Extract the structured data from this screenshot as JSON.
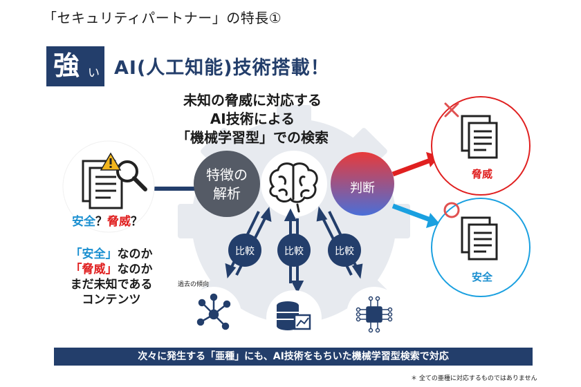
{
  "title": "「セキュリティパートナー」の特長①",
  "badge": {
    "big": "強",
    "small": "い"
  },
  "headline": "AI(人工知能)技術搭載！",
  "center_caption": [
    "未知の脅威に対応する",
    "AI技術による",
    "「機械学習型」での検索"
  ],
  "question": {
    "safe": "安全",
    "mark1": "？",
    "threat": "脅威",
    "mark2": "？"
  },
  "unknown_text": {
    "line1_quote": "「安全」",
    "line1_rest": "なのか",
    "line2_quote": "「脅威」",
    "line2_rest": "なのか",
    "line3": "まだ未知である",
    "line4": "コンテンツ"
  },
  "analysis_label": [
    "特徴の",
    "解析"
  ],
  "judge_label": "判断",
  "compare_labels": [
    "比較",
    "比較",
    "比較"
  ],
  "past_label": "過去の傾向",
  "threat_label": "脅威",
  "safe_label": "安全",
  "bottom_banner": "次々に発生する「亜種」にも、AI技術をもちいた機械学習型検索で対応",
  "footnote": "＊ 全ての亜種に対応するものではありません",
  "colors": {
    "navy": "#233e6b",
    "gear": "#e7eaef",
    "red": "#e02020",
    "blue": "#1a8fd0",
    "gray": "#555b66"
  }
}
